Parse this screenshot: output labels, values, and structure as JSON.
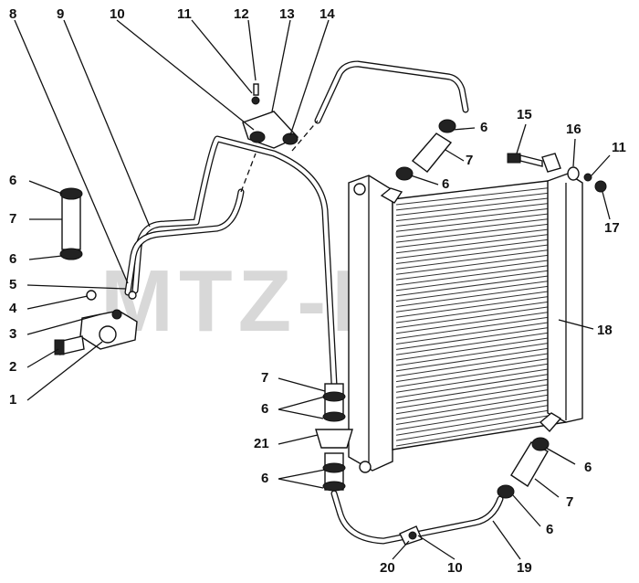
{
  "watermark": "MTZ-RUS",
  "callouts": {
    "c1": "1",
    "c2": "2",
    "c3": "3",
    "c4": "4",
    "c5": "5",
    "c6a": "6",
    "c6b": "6",
    "c6c": "6",
    "c6d": "6",
    "c6e": "6",
    "c6f": "6",
    "c6g": "6",
    "c6h": "6",
    "c7a": "7",
    "c7b": "7",
    "c7c": "7",
    "c7d": "7",
    "c8": "8",
    "c9": "9",
    "c10a": "10",
    "c10b": "10",
    "c11a": "11",
    "c11b": "11",
    "c12": "12",
    "c13": "13",
    "c14": "14",
    "c15": "15",
    "c16": "16",
    "c17": "17",
    "c18": "18",
    "c19": "19",
    "c20": "20",
    "c21": "21"
  }
}
